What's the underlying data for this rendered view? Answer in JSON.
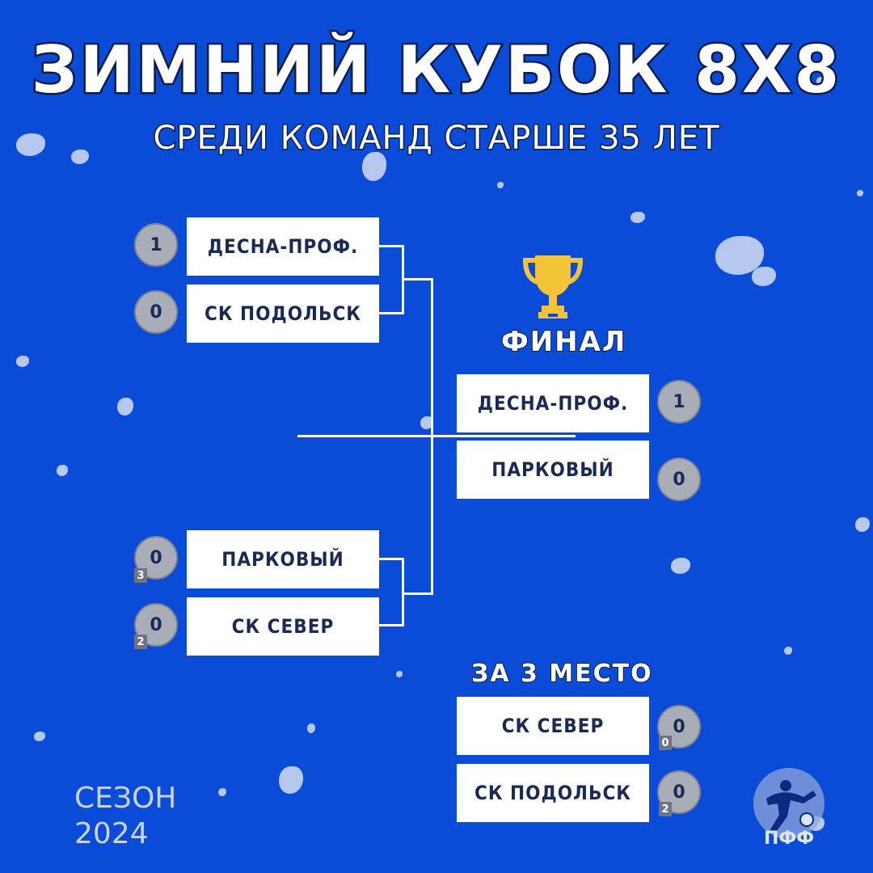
{
  "header": {
    "title": "ЗИМНИЙ КУБОК 8Х8",
    "subtitle": "СРЕДИ КОМАНД СТАРШЕ 35 ЛЕТ"
  },
  "semifinal_1": {
    "team_a": {
      "name": "ДЕСНА-ПРОФ.",
      "score": "1"
    },
    "team_b": {
      "name": "СК ПОДОЛЬСК",
      "score": "0"
    }
  },
  "semifinal_2": {
    "team_a": {
      "name": "ПАРКОВЫЙ",
      "score": "0",
      "penalties": "3"
    },
    "team_b": {
      "name": "СК СЕВЕР",
      "score": "0",
      "penalties": "2"
    }
  },
  "final": {
    "label": "ФИНАЛ",
    "trophy_icon": "trophy-icon",
    "team_a": {
      "name": "ДЕСНА-ПРОФ.",
      "score": "1"
    },
    "team_b": {
      "name": "ПАРКОВЫЙ",
      "score": "0"
    }
  },
  "third_place": {
    "label": "ЗА 3 МЕСТО",
    "team_a": {
      "name": "СК СЕВЕР",
      "score": "0",
      "penalties": "0"
    },
    "team_b": {
      "name": "СК ПОДОЛЬСК",
      "score": "0",
      "penalties": "2"
    }
  },
  "footer": {
    "season_label": "СЕЗОН",
    "season_year": "2024",
    "logo_text": "ПФФ",
    "logo_icon": "player-logo-icon"
  },
  "colors": {
    "background": "#0a4bd8",
    "card": "#ffffff",
    "score_circle": "#a9adb8",
    "trophy": "#f3c438",
    "text_dark": "#1a2a55"
  }
}
